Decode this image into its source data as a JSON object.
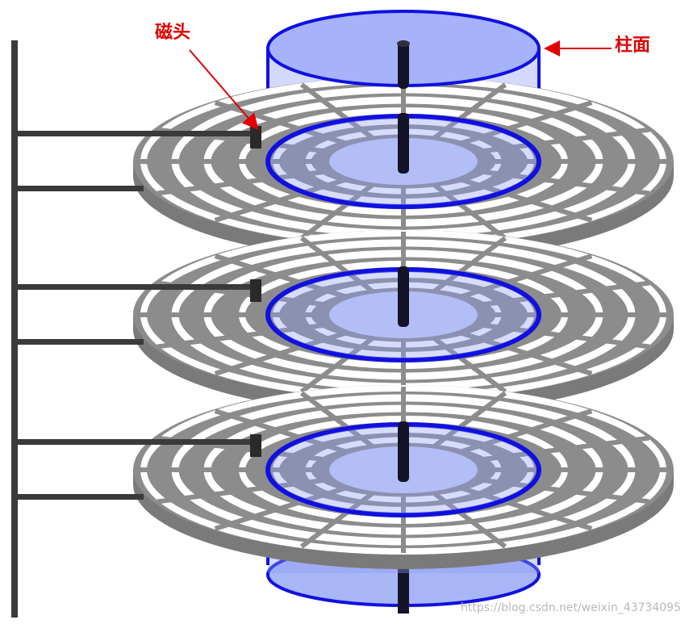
{
  "labels": {
    "head": "磁头",
    "cylinder": "柱面"
  },
  "watermark": "https://blog.csdn.net/weixin_43734095",
  "colors": {
    "platter": "#8c8c8c",
    "platter_edge": "#7a7a7a",
    "track_gap": "#ffffff",
    "cylinder_fill": "#8e9cf6",
    "cylinder_stroke": "#1010e0",
    "spindle": "#141428",
    "arm": "#3a3a3a",
    "label": "#e00000"
  },
  "platters": [
    {
      "name": "platter-1"
    },
    {
      "name": "platter-2"
    },
    {
      "name": "platter-3"
    }
  ],
  "arms": [
    {
      "name": "arm-1-upper"
    },
    {
      "name": "arm-1-lower"
    },
    {
      "name": "arm-2-upper"
    },
    {
      "name": "arm-2-lower"
    },
    {
      "name": "arm-3-upper"
    },
    {
      "name": "arm-3-lower"
    }
  ]
}
